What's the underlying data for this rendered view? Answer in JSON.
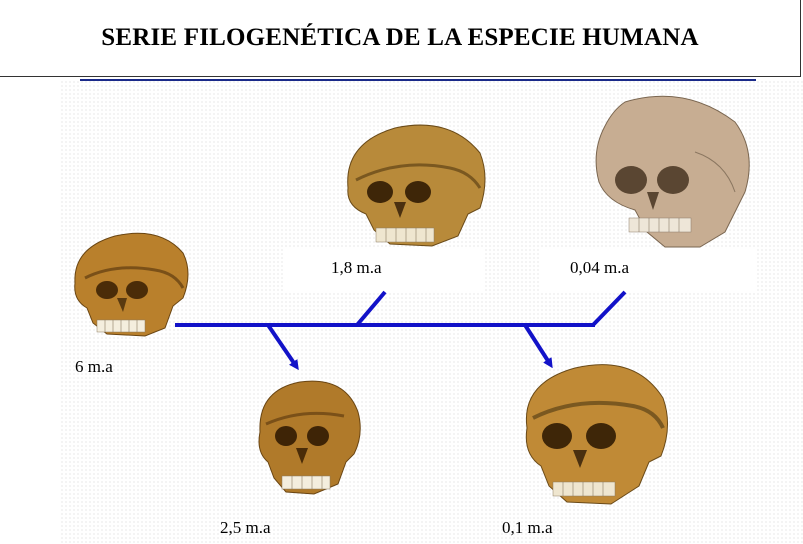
{
  "title": "SERIE FILOGENÉTICA DE LA ESPECIE HUMANA",
  "labels": {
    "six": "6 m.a",
    "one_eight": "1,8 m.a",
    "zero_zero_four": "0,04 m.a",
    "two_five": "2,5 m.a",
    "zero_one": "0,1 m.a"
  },
  "colors": {
    "arrow": "#1212c8",
    "skull_dark": "#b07a2a",
    "skull_light": "#d9b070",
    "skull_modern": "#c9b39a"
  },
  "icons": [
    "skull-6ma",
    "skull-1-8ma",
    "skull-0-04ma",
    "skull-2-5ma",
    "skull-0-1ma"
  ]
}
